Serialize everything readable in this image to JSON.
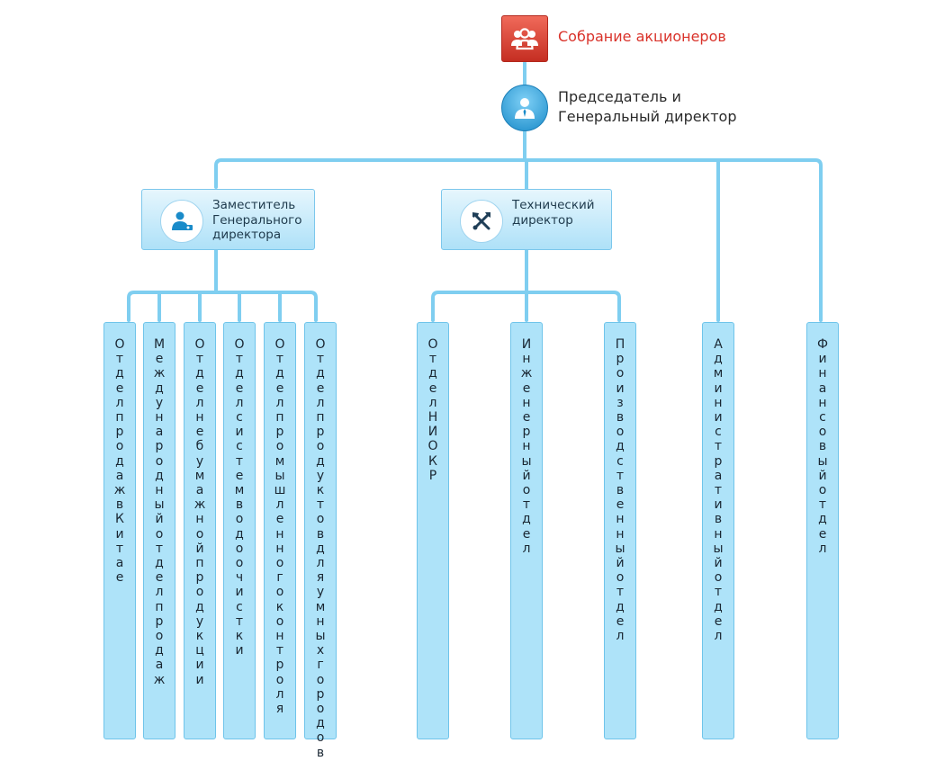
{
  "shareholders": {
    "label": "Собрание акционеров",
    "icon": "people-icon"
  },
  "chairman": {
    "label": "Председатель и\nГенеральный директор",
    "icon": "businessman-icon"
  },
  "deputy": {
    "label": "Заместитель\nГенерального\nдиректора",
    "icon": "user-card-icon"
  },
  "technical": {
    "label": "Технический\nдиректор",
    "icon": "tools-icon"
  },
  "departments": [
    {
      "key": "sales-china",
      "label": "Отдел продаж в Китае"
    },
    {
      "key": "international-sales",
      "label": "Международный отдел продаж"
    },
    {
      "key": "nonpaper-products",
      "label": "Отдел небумажной продукции"
    },
    {
      "key": "water-treatment",
      "label": "Отдел систем водоочистки"
    },
    {
      "key": "industrial-control",
      "label": "Отдел промышленного контроля"
    },
    {
      "key": "smart-city",
      "label": "Отдел продуктов для умных городов"
    },
    {
      "key": "rnd",
      "label": "Отдел НИОКР"
    },
    {
      "key": "engineering",
      "label": "Инженерный отдел"
    },
    {
      "key": "production",
      "label": "Производственный отдел"
    },
    {
      "key": "administrative",
      "label": "Административный отдел"
    },
    {
      "key": "financial",
      "label": "Финансовый отдел"
    }
  ],
  "colors": {
    "connector": "#7fcef0",
    "shareholders_box": "#d9322a",
    "chairman_circle": "#1a8bc9",
    "dept_fill": "#aee3f9",
    "dept_border": "#6fc4ea"
  }
}
